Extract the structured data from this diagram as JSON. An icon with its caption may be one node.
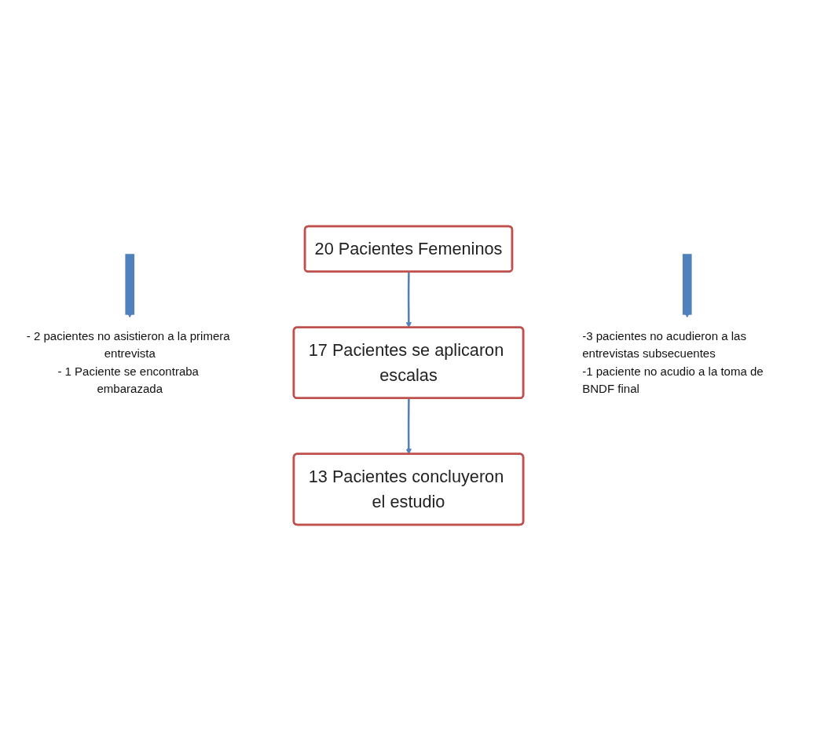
{
  "diagram": {
    "nodes": [
      {
        "text": [
          "20 Pacientes Femeninos"
        ]
      },
      {
        "text": [
          "- 2 pacientes no asistieron a la primera entrevista",
          "- 1 Paciente se encontraba embarazada"
        ]
      },
      {
        "text": [
          "17 Pacientes se aplicaron escalas"
        ]
      },
      {
        "text": [
          "-3 pacientes no acudieron a las entrevistas subsecuentes",
          "-1 paciente no acudio a la toma de BNDF final"
        ]
      },
      {
        "text": [
          "13 Pacientes concluyeron el estudio"
        ]
      }
    ],
    "edges": [
      {
        "from": 0,
        "to": 2,
        "arrow": "to"
      },
      {
        "from": null,
        "to": 1,
        "arrow": "to",
        "style": "thick"
      },
      {
        "from": 2,
        "to": 4,
        "arrow": "to"
      },
      {
        "from": null,
        "to": 3,
        "arrow": "to",
        "style": "thick"
      }
    ]
  }
}
